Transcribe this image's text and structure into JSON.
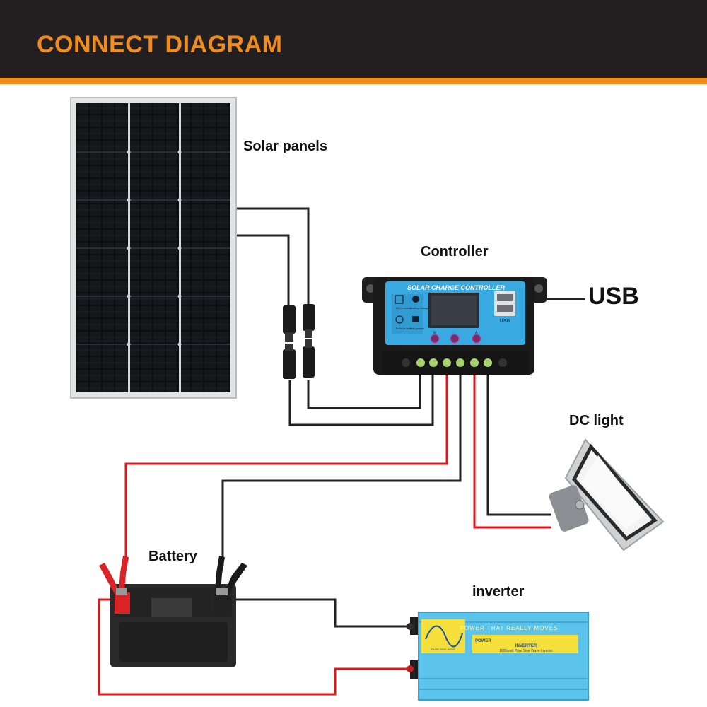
{
  "title": "CONNECT DIAGRAM",
  "labels": {
    "solar_panels": "Solar panels",
    "controller": "Controller",
    "usb": "USB",
    "dc_light": "DC light",
    "battery": "Battery",
    "inverter": "inverter"
  },
  "controller_face": {
    "heading": "SOLAR CHARGE CONTROLLER",
    "icon_labels": [
      "MCU control",
      "Battery voltage",
      "Build in timer",
      "Full protect"
    ],
    "button_labels": [
      "M",
      "-",
      "A"
    ],
    "usb_tag": "USB"
  },
  "inverter_face": {
    "slogan": "POWER THAT REALLY MOVES",
    "brand": "POWER",
    "model": "INVERTER",
    "spec": "1000watt Pure Sine Wave Inverter",
    "wave_label": "PURE SINE WAVE"
  },
  "colors": {
    "accent": "#f28c1a",
    "header_bg": "#231f20",
    "positive_wire": "#e0161b",
    "negative_wire": "#222222",
    "controller_screen": "#39a9e1",
    "inverter_body": "#5cc3ea"
  },
  "icons": [
    "solar-panel",
    "mc4-connector",
    "charge-controller",
    "usb-port",
    "flood-light",
    "car-battery",
    "battery-clamp",
    "power-inverter"
  ]
}
